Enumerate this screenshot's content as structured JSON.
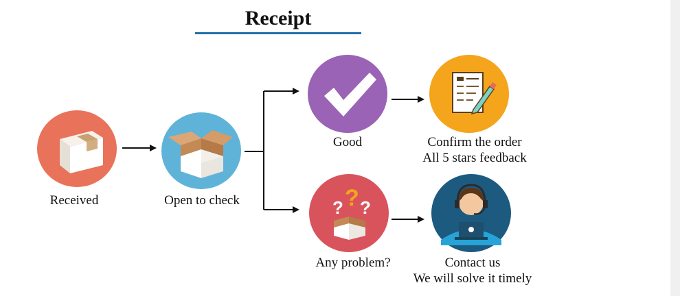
{
  "title": "Receipt",
  "colors": {
    "title_underline": "#1f6fa8",
    "received": "#e8735a",
    "open_to_check": "#5fb3d9",
    "good": "#9a63b5",
    "confirm": "#f4a51c",
    "problem": "#d9535c",
    "contact": "#1c5a80",
    "arrow": "#111111"
  },
  "steps": {
    "received": {
      "label": "Received",
      "icon": "closed-box-icon"
    },
    "open_to_check": {
      "label": "Open to check",
      "icon": "open-box-icon"
    },
    "good": {
      "label": "Good",
      "icon": "checkmark-icon"
    },
    "confirm": {
      "line1": "Confirm the order",
      "line2": "All 5 stars feedback",
      "icon": "clipboard-pencil-icon"
    },
    "problem": {
      "label": "Any problem?",
      "icon": "question-box-icon"
    },
    "contact": {
      "line1": "Contact us",
      "line2": "We will solve it timely",
      "icon": "support-agent-icon"
    }
  }
}
